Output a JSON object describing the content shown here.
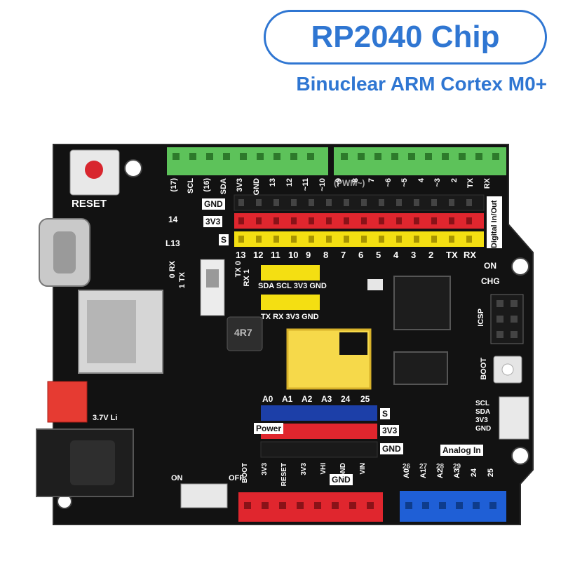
{
  "header": {
    "chip_title": "RP2040 Chip",
    "subtitle": "Binuclear ARM Cortex M0+"
  },
  "board": {
    "reset_label": "RESET",
    "top_pins": [
      "(17)",
      "SCL",
      "(16)",
      "SDA",
      "3V3",
      "GND",
      "13",
      "12",
      "~11",
      "~10",
      "~9",
      "8",
      "7",
      "~6",
      "~5",
      "4",
      "~3",
      "2",
      "TX",
      "RX"
    ],
    "pwm_label": "(PWM~)",
    "gnd_tag": "GND",
    "v33_tag": "3V3",
    "s_tag": "S",
    "digital_tag": "Digital In/Out",
    "digital_numbers": [
      "13",
      "12",
      "11",
      "10",
      "9",
      "8",
      "7",
      "6",
      "5",
      "4",
      "3",
      "2",
      "TX",
      "RX"
    ],
    "l14": "14",
    "l13": "L13",
    "rx0": "0  RX",
    "tx1": "1  TX",
    "tx0": "TX  0",
    "rx1": "RX  1",
    "i2c_labels": "SDA SCL 3V3 GND",
    "uart_labels": "TX  RX 3V3 GND",
    "inductor": "4R7",
    "on_label": "ON",
    "chg_label": "CHG",
    "icsp_label": "ICSP",
    "boot_btn_label": "BOOT",
    "battery_label": "3.7V Li",
    "analog_pins": [
      "A0",
      "A1",
      "A2",
      "A3",
      "24",
      "25"
    ],
    "analog_s": "S",
    "analog_3v3": "3V3",
    "analog_gnd": "GND",
    "power_label": "Power",
    "power_pins": [
      "BOOT",
      "3V3",
      "RESET",
      "3V3",
      "VHI",
      "GND",
      "VIN"
    ],
    "gnd_tag2": "GND",
    "analog_in_label": "Analog In",
    "analog_bottom": [
      "A0",
      "A1",
      "A2",
      "A3",
      "24",
      "25"
    ],
    "analog_bottom_nums": [
      "26",
      "27",
      "28",
      "29"
    ],
    "i2c_side": [
      "SCL",
      "SDA",
      "3V3",
      "GND"
    ],
    "on_switch": "ON",
    "off_switch": "OFF"
  },
  "colors": {
    "accent": "#2f76d2",
    "board": "#111111",
    "green_header": "#5dc25a",
    "red_header": "#e0262e",
    "yellow_header": "#f4df12",
    "blue_header": "#1f5fd6",
    "dark_blue_header": "#1c3fa8"
  }
}
